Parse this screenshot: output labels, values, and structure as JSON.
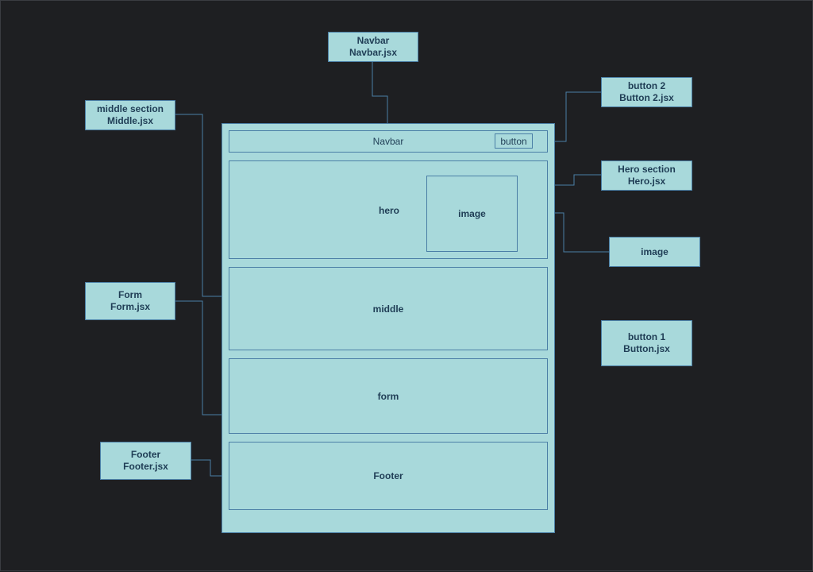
{
  "colors": {
    "background": "#1e1f22",
    "box_fill": "#a8d9db",
    "stroke": "#4b7fa6",
    "text": "#1f3d55"
  },
  "labels": {
    "navbar_label": {
      "title": "Navbar",
      "file": "Navbar.jsx"
    },
    "middle_label": {
      "title": "middle section",
      "file": "Middle.jsx"
    },
    "form_label": {
      "title": "Form",
      "file": "Form.jsx"
    },
    "footer_label": {
      "title": "Footer",
      "file": "Footer.jsx"
    },
    "button2_label": {
      "title": "button 2",
      "file": "Button 2.jsx"
    },
    "hero_label": {
      "title": "Hero section",
      "file": "Hero.jsx"
    },
    "image_label": {
      "title": "image"
    },
    "button1_label": {
      "title": "button 1",
      "file": "Button.jsx"
    }
  },
  "page": {
    "navbar": "Navbar",
    "navbar_button": "button",
    "hero": "hero",
    "hero_image": "image",
    "middle": "middle",
    "form": "form",
    "footer": "Footer"
  }
}
